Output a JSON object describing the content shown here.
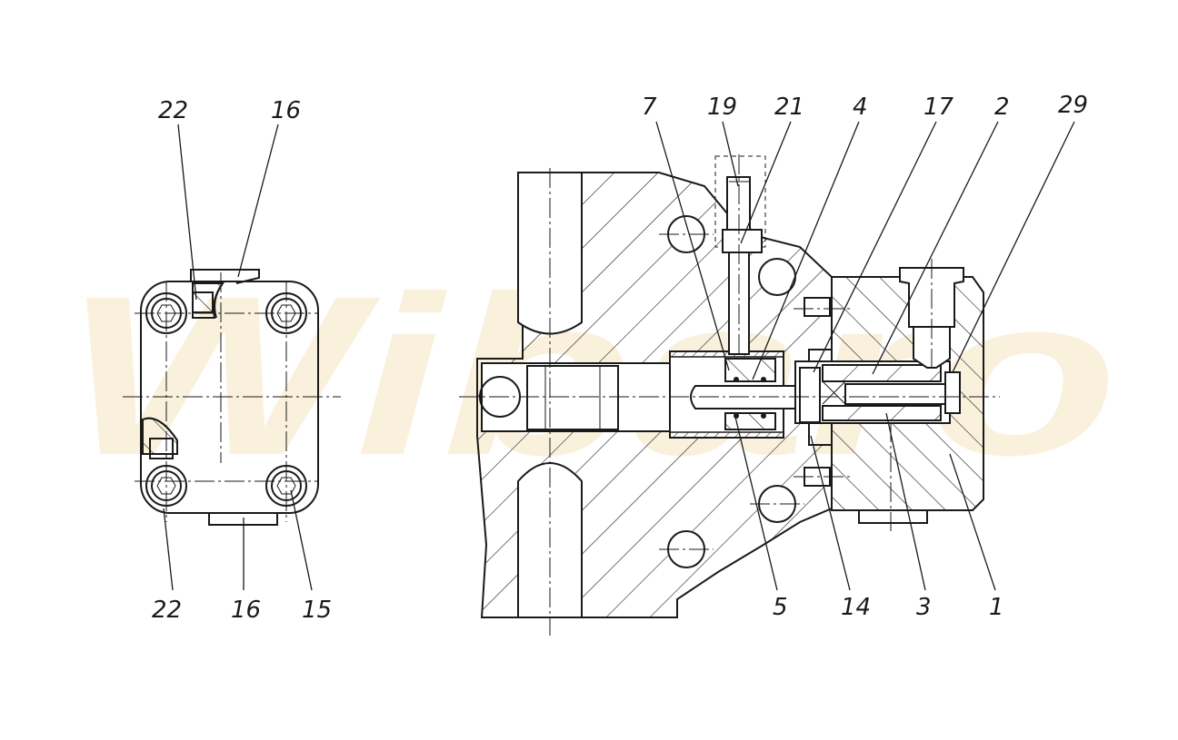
{
  "watermark": {
    "text": "Wibaro"
  },
  "callouts": {
    "left_top_22": "22",
    "left_top_16": "16",
    "left_bottom_22": "22",
    "left_bottom_16": "16",
    "left_bottom_15": "15",
    "top_7": "7",
    "top_19": "19",
    "top_21": "21",
    "top_4": "4",
    "top_17": "17",
    "top_2": "2",
    "top_29": "29",
    "bottom_5": "5",
    "bottom_14": "14",
    "bottom_3": "3",
    "bottom_1": "1"
  }
}
